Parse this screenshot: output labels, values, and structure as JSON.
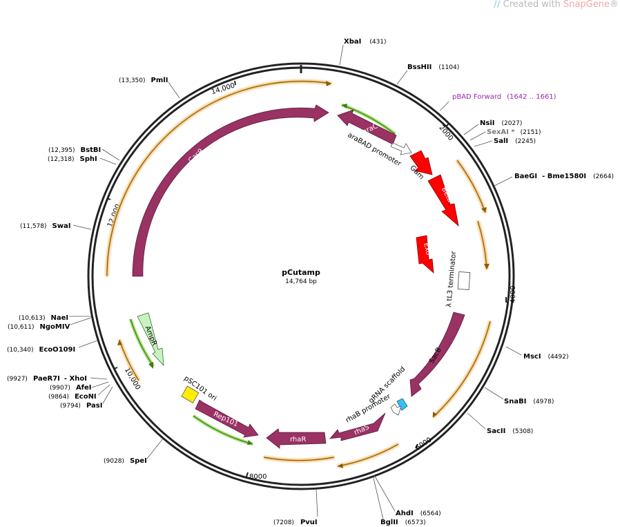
{
  "branding": {
    "prefix": "Created with ",
    "product": "SnapGene",
    "registered": "®"
  },
  "plasmid": {
    "name": "pCutamp",
    "length_label": "14,764 bp"
  },
  "tick_labels": [
    "2000",
    "4000",
    "6000",
    "8000",
    "10,000",
    "12,000",
    "14,000"
  ],
  "sites": [
    {
      "name": "XbaI",
      "pos": "(431)"
    },
    {
      "name": "BssHII",
      "pos": "(1104)"
    },
    {
      "name": "NsiI",
      "pos": "(2027)"
    },
    {
      "name": "SexAI *",
      "pos": "(2151)"
    },
    {
      "name": "SalI",
      "pos": "(2245)"
    },
    {
      "name": "BaeGI",
      "extra": "- Bme1580I",
      "pos": "(2664)"
    },
    {
      "name": "MscI",
      "pos": "(4492)"
    },
    {
      "name": "SnaBI",
      "pos": "(4978)"
    },
    {
      "name": "SacII",
      "pos": "(5308)"
    },
    {
      "name": "AhdI",
      "pos": "(6564)"
    },
    {
      "name": "BglII",
      "pos": "(6573)"
    },
    {
      "name": "PvuI",
      "pos": "(7208)"
    },
    {
      "name": "SpeI",
      "pos": "(9028)"
    },
    {
      "name": "PasI",
      "pos": "(9794)"
    },
    {
      "name": "EcoNI",
      "pos": "(9864)"
    },
    {
      "name": "AfeI",
      "pos": "(9907)"
    },
    {
      "name": "PaeR7I",
      "extra": "- XhoI",
      "pos": "(9927)"
    },
    {
      "name": "EcoO109I",
      "pos": "(10,340)"
    },
    {
      "name": "NgoMIV",
      "pos": "(10,611)"
    },
    {
      "name": "NaeI",
      "pos": "(10,613)"
    },
    {
      "name": "SwaI",
      "pos": "(11,578)"
    },
    {
      "name": "SphI",
      "pos": "(12,318)"
    },
    {
      "name": "BstBI",
      "pos": "(12,395)"
    },
    {
      "name": "PmlI",
      "pos": "(13,350)"
    }
  ],
  "primer": {
    "name": "pBAD Forward",
    "range": "(1642 .. 1661)",
    "color": "#9b27b0"
  },
  "features": {
    "cas9": "Cas9",
    "arac": "araC",
    "arabad": "araBAD promoter",
    "gam": "Gam",
    "beta": "Beta",
    "exo": "Exo",
    "tl3": "λ tL3 terminator",
    "sacb": "SacB",
    "grna": "gRNA scaffold",
    "rhab": "rhaB promoter",
    "rhas": "rhaS",
    "rhar": "rhaR",
    "rep101": "Rep101",
    "psc101": "pSC101 ori",
    "ampr": "AmpR"
  },
  "colors": {
    "backbone": "#222222",
    "cds": "#9a3264",
    "red_cds": "#ff0000",
    "resistance": "#c8f2c0",
    "origin": "#ffee00",
    "misc": "#35c2f0",
    "orf_orange": "#f2c37a",
    "orf_green": "#6bbf2a"
  }
}
